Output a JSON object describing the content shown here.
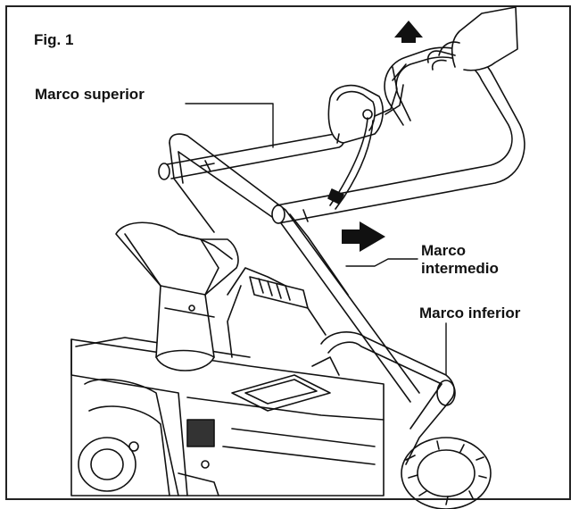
{
  "figure": {
    "label": "Fig. 1"
  },
  "callouts": {
    "upper_frame": "Marco superior",
    "middle_frame_line1": "Marco",
    "middle_frame_line2": "intermedio",
    "lower_frame": "Marco inferior"
  },
  "colors": {
    "ink": "#111111",
    "background": "#ffffff",
    "arrow": "#111111"
  },
  "icons": [
    "arrow-up-icon",
    "arrow-right-icon",
    "hand-icon"
  ]
}
